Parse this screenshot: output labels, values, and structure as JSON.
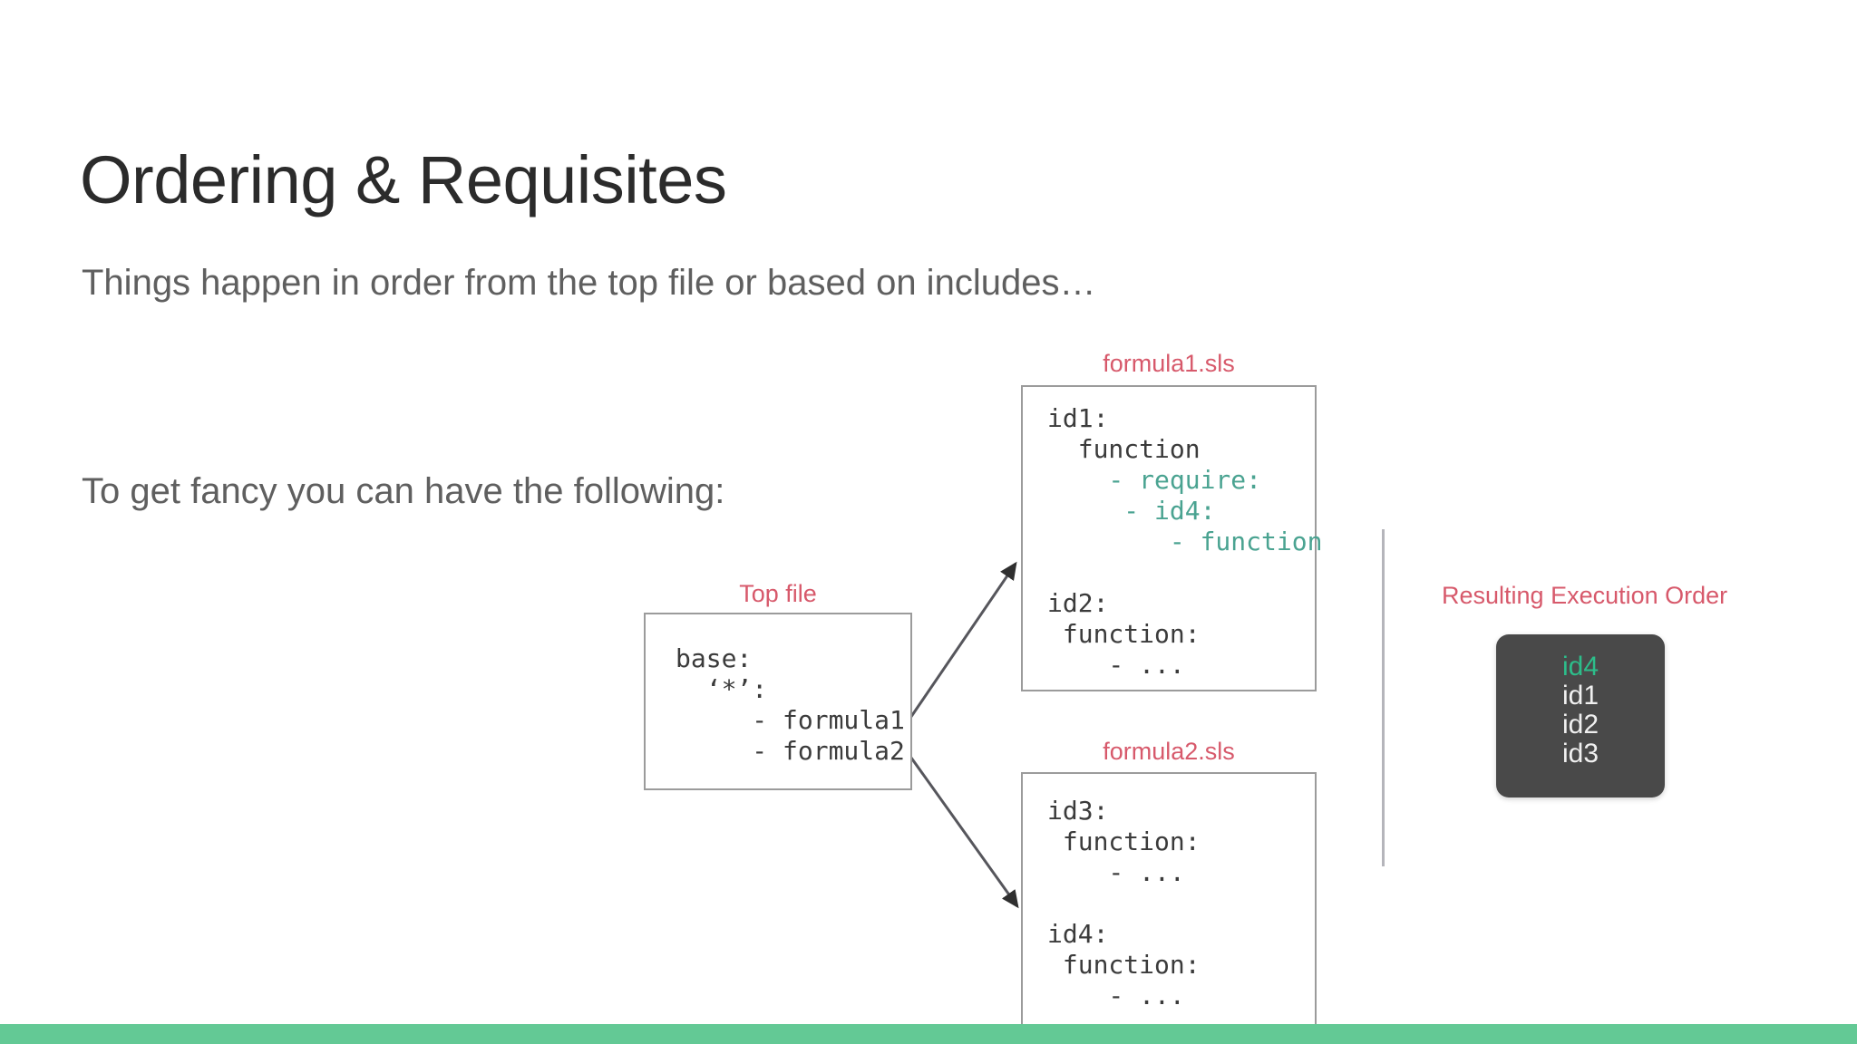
{
  "slide": {
    "title": "Ordering & Requisites",
    "body_lines": [
      "Things happen in order from the top file or based on includes…",
      "To get fancy you can have the following:"
    ],
    "accent_color": "#63c995",
    "label_color": "#d7596b",
    "code_color": "#3b3b3b",
    "highlight_color": "#4aa391",
    "exec_box_color": "#494949",
    "exec_first_color": "#2dbd8a"
  },
  "diagram": {
    "top_file": {
      "label": "Top file",
      "code": "base:\n  ‘*’:\n     - formula1\n     - formula2"
    },
    "formula1": {
      "label": "formula1.sls",
      "code_plain_1": "id1:\n  function",
      "code_highlight": "    - require:\n     - id4:\n        - function",
      "code_plain_2": "id2:\n function:\n    - ..."
    },
    "formula2": {
      "label": "formula2.sls",
      "code": "id3:\n function:\n    - ...\n\nid4:\n function:\n    - ..."
    },
    "execution_order": {
      "label": "Resulting Execution Order",
      "items": [
        "id4",
        "id1",
        "id2",
        "id3"
      ]
    },
    "arrows": [
      {
        "name": "top-file-to-formula1",
        "from": "top-file",
        "to": "formula1.sls"
      },
      {
        "name": "top-file-to-formula2",
        "from": "top-file",
        "to": "formula2.sls"
      }
    ]
  }
}
